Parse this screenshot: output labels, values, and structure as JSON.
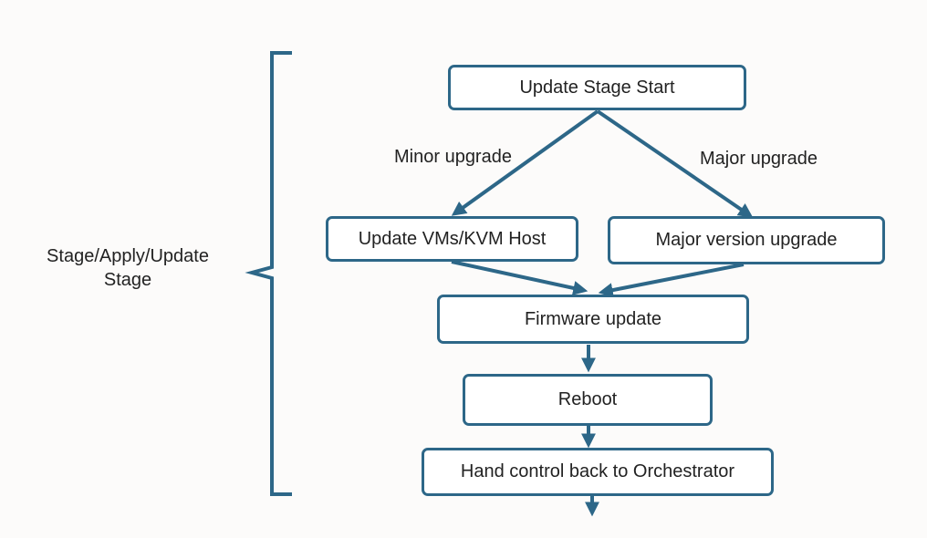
{
  "colors": {
    "stroke": "#2d6788",
    "text": "#222222",
    "background": "#fcfbfa"
  },
  "stage_label": {
    "line1": "Stage/Apply/Update",
    "line2": "Stage"
  },
  "nodes": {
    "start": "Update Stage Start",
    "update_vms": "Update VMs/KVM Host",
    "major_version": "Major version upgrade",
    "firmware": "Firmware update",
    "reboot": "Reboot",
    "hand_control": "Hand control back to Orchestrator"
  },
  "edge_labels": {
    "minor": "Minor upgrade",
    "major": "Major upgrade"
  }
}
